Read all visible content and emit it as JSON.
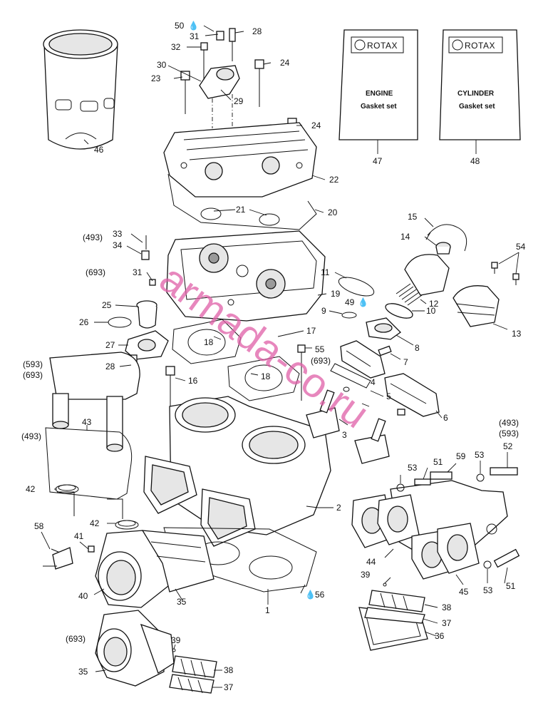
{
  "books": [
    {
      "brand": "ROTAX",
      "line1": "ENGINE",
      "line2": "Gasket set",
      "number": "47"
    },
    {
      "brand": "ROTAX",
      "line1": "CYLINDER",
      "line2": "Gasket set",
      "number": "48"
    }
  ],
  "callouts": {
    "c1": "1",
    "c2": "2",
    "c3": "3",
    "c4": "4",
    "c5": "5",
    "c6": "6",
    "c7": "7",
    "c8": "8",
    "c9": "9",
    "c10": "10",
    "c11": "11",
    "c12": "12",
    "c13": "13",
    "c14": "14",
    "c15": "15",
    "c16": "16",
    "c17": "17",
    "c18a": "18",
    "c18b": "18",
    "c19": "19",
    "c20": "20",
    "c21": "21",
    "c22": "22",
    "c23": "23",
    "c24a": "24",
    "c24b": "24",
    "c25": "25",
    "c26": "26",
    "c27": "27",
    "c28a": "28",
    "c28b": "28",
    "c29": "29",
    "c30": "30",
    "c31a": "31",
    "c31b": "31",
    "c32": "32",
    "c33": "33",
    "c34": "34",
    "c35a": "35",
    "c35b": "35",
    "c36": "36",
    "c37a": "37",
    "c37b": "37",
    "c38a": "38",
    "c38b": "38",
    "c39a": "39",
    "c39b": "39",
    "c40": "40",
    "c41": "41",
    "c42a": "42",
    "c42b": "42",
    "c43": "43",
    "c44": "44",
    "c45": "45",
    "c46": "46",
    "c49": "49",
    "c50": "50",
    "c51a": "51",
    "c51b": "51",
    "c52": "52",
    "c53a": "53",
    "c53b": "53",
    "c53c": "53",
    "c54": "54",
    "c55": "55",
    "c56": "56",
    "c58": "58",
    "c59": "59"
  },
  "notes": {
    "n493a": "(493)",
    "n693a": "(693)",
    "n593a": "(593)",
    "n693b": "(693)",
    "n493b": "(493)",
    "n693c": "(693)",
    "n493c": "(493)",
    "n593b": "(593)",
    "n693d": "(693)"
  },
  "watermark": "armada-co.ru"
}
